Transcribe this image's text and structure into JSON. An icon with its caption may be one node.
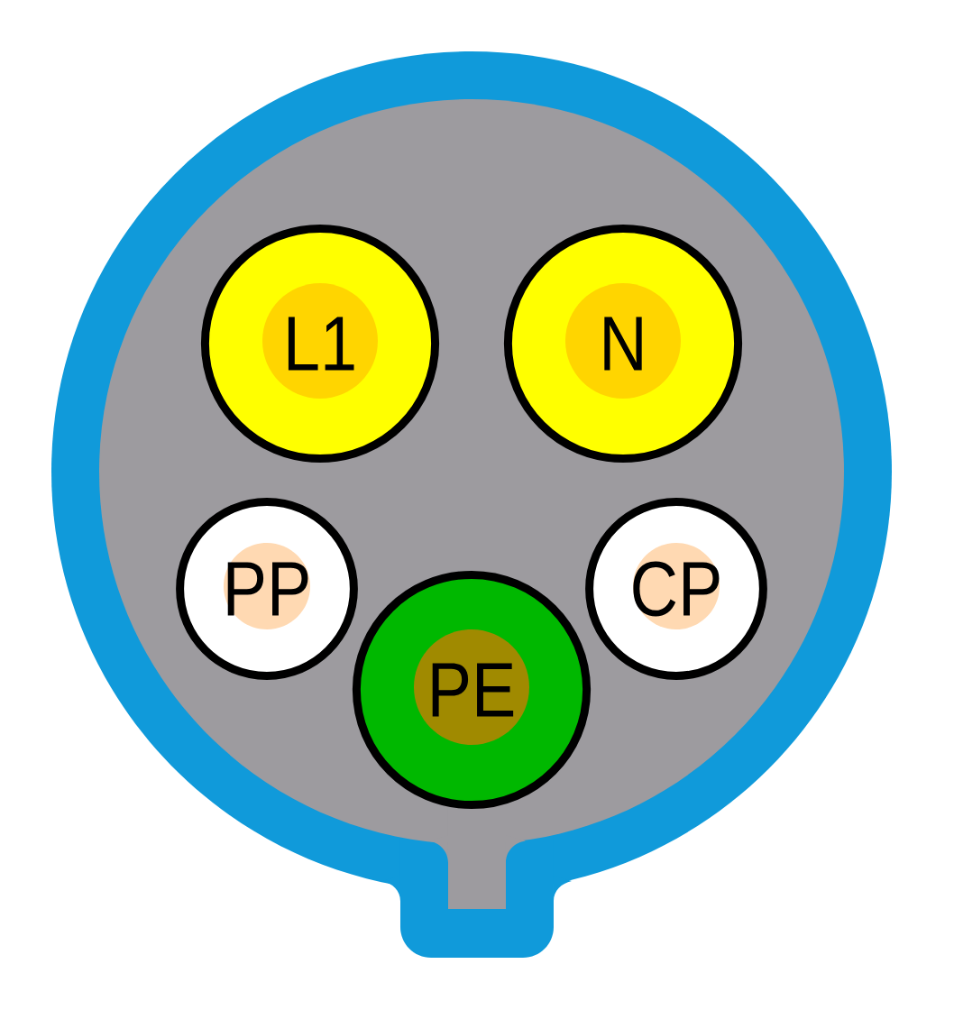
{
  "diagram": {
    "nodes": [
      {
        "text": [],
        "shape": "circle"
      },
      {
        "text": [
          "L1"
        ],
        "in": 0
      },
      {
        "text": [
          "N"
        ],
        "in": 0
      },
      {
        "text": [
          "PP"
        ],
        "in": 0
      },
      {
        "text": [
          "PE"
        ],
        "in": 0
      },
      {
        "text": [
          "CP"
        ],
        "in": 0
      }
    ]
  }
}
